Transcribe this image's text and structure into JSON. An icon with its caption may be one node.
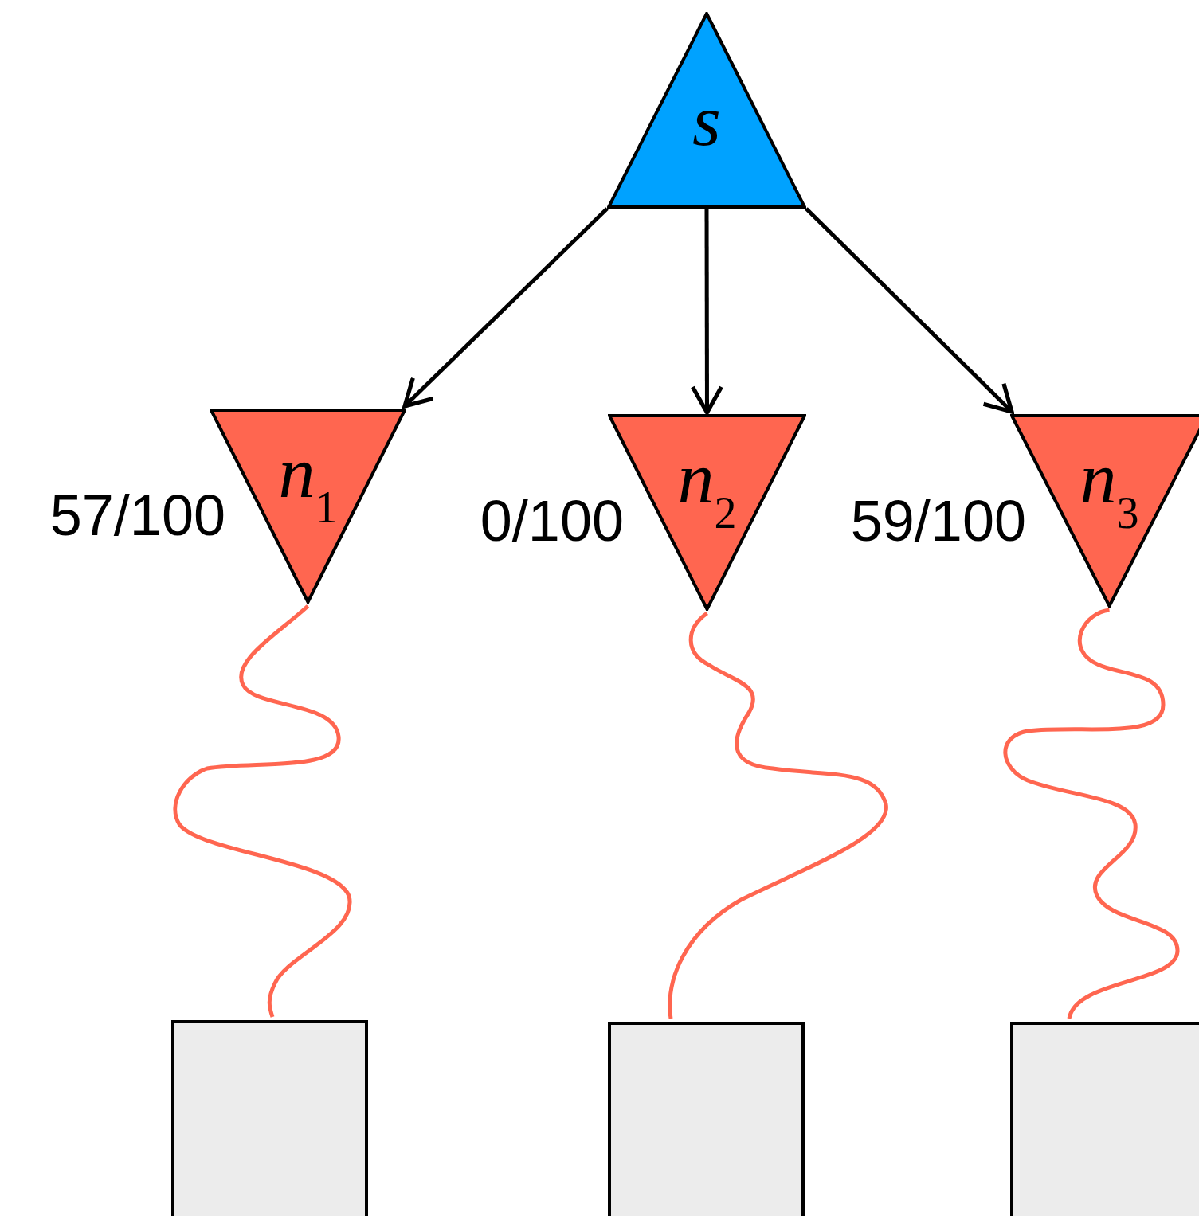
{
  "diagram": {
    "nodes": [
      {
        "text": [
          "s"
        ]
      },
      {
        "text": [
          "n$_{1}$"
        ],
        "beside": [
          "57/100"
        ]
      },
      {
        "text": [
          "n$_{2}$"
        ],
        "beside": [
          "0/100"
        ]
      },
      {
        "text": [
          "n$_{3}$"
        ],
        "beside": [
          "59/100"
        ]
      },
      {
        "text": [],
        "shape": "box"
      },
      {
        "text": [],
        "shape": "box"
      },
      {
        "text": [],
        "shape": "box"
      }
    ],
    "edges": [
      {
        "from": 0,
        "to": 1,
        "arrow": "to"
      },
      {
        "from": 0,
        "to": 2,
        "arrow": "to"
      },
      {
        "from": 0,
        "to": 3,
        "arrow": "to"
      },
      {
        "from": 1,
        "to": 4,
        "arrow": "none",
        "color": "#ff6650"
      },
      {
        "from": 2,
        "to": 5,
        "arrow": "none",
        "color": "#ff6650"
      },
      {
        "from": 3,
        "to": 6,
        "arrow": "none",
        "color": "#ff6650"
      }
    ]
  }
}
